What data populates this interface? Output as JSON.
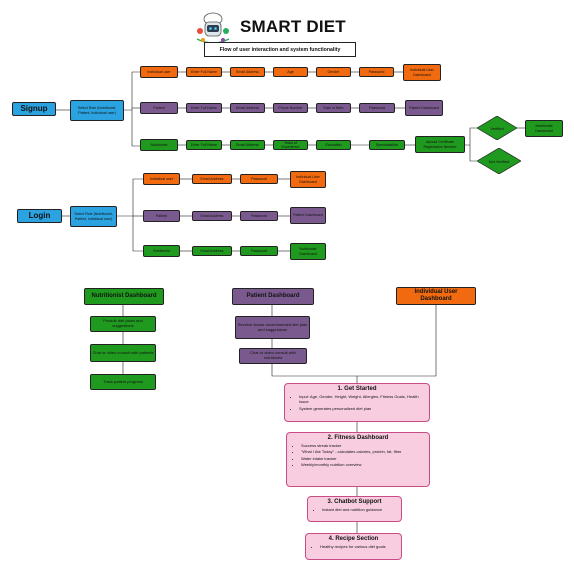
{
  "header": {
    "title": "SMART DIET",
    "subtitle": "Flow of user interaction and system functionality"
  },
  "signup": {
    "label": "Signup",
    "select_role": "Select Role (Nutritionist, Patient, Individual user)",
    "individual_row": [
      "Individual user",
      "Enter Full Name",
      "Email Address",
      "Age",
      "Gender",
      "Password"
    ],
    "individual_result": "Individual User Dashboard",
    "patient_row": [
      "Patient",
      "Enter Full Name",
      "Email Address",
      "Phone Number",
      "Date of Birth",
      "Password"
    ],
    "patient_result": "Patient Dashboard",
    "nutritionist_row": [
      "Nutritionist",
      "Enter Full Name",
      "Email Address",
      "Years of Experience",
      "Education",
      "Specialization"
    ],
    "upload": "Upload Certificate Registration Number",
    "verified": "Verified",
    "not_verified": "Not Verified",
    "nutritionist_result": "Nutritionist Dashboard"
  },
  "login": {
    "label": "Login",
    "select_role": "Select Role (Nutritionist, Patient, Individual user)",
    "individual_row": [
      "Individual user",
      "Email Address",
      "Password"
    ],
    "individual_result": "Individual User Dashboard",
    "patient_row": [
      "Patient",
      "Email Address",
      "Password"
    ],
    "patient_result": "Patient Dashboard",
    "nutritionist_row": [
      "Nutritionist",
      "Email Address",
      "Password"
    ],
    "nutritionist_result": "Nutritionist Dashboard"
  },
  "dashboards": {
    "nutritionist": {
      "title": "Nutritionist Dashboard",
      "items": [
        "Provide diet plans and suggestions",
        "Chat or video consult with patients",
        "Track patient progress"
      ]
    },
    "patient": {
      "title": "Patient Dashboard",
      "items": [
        "Receive doctor recommended diet plan and suggestions",
        "Chat or video consult with nutritionist"
      ]
    },
    "individual": {
      "title": "Individual User Dashboard"
    }
  },
  "sections": [
    {
      "title": "1. Get Started",
      "items": [
        "Input: Age, Gender, Height, Weight, Allergies, Fitness Goals, Health Issue",
        "System generates personalized diet plan"
      ]
    },
    {
      "title": "2. Fitness Dashboard",
      "items": [
        "Success streak tracker",
        "\"What I Ate Today\" - calculates calories, protein, fat, fiber",
        "Water intake tracker",
        "Weekly/monthly nutrition overview"
      ]
    },
    {
      "title": "3. Chatbot Support",
      "items": [
        "Instant diet and nutrition guidance"
      ]
    },
    {
      "title": "4. Recipe Section",
      "items": [
        "Healthy recipes for various diet goals"
      ]
    }
  ],
  "colors": {
    "orange": "#f26a0f",
    "purple": "#7a5a8e",
    "green": "#1f9a1f",
    "blue": "#2aa3e0",
    "pink": "#f8cde0"
  },
  "icons": {
    "logo": "chef-robot-logo"
  }
}
